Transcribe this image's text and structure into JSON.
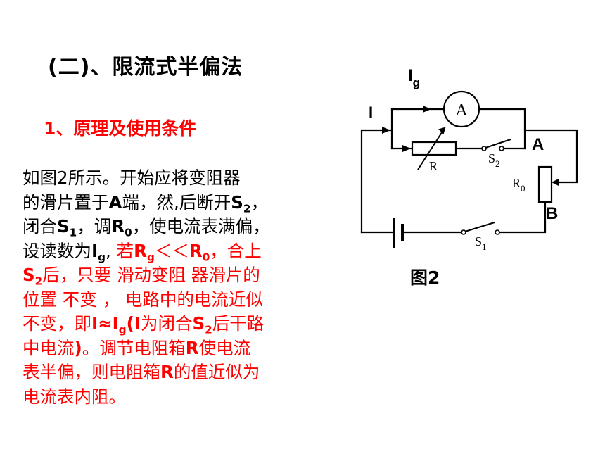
{
  "title": "(二)、限流式半偏法",
  "subtitle": "1、原理及使用条件",
  "paragraph": {
    "l1": "如图2所示。开始应将变阻器",
    "l2a": "的滑片置于",
    "l2b": "A",
    "l2c": "端，然,后断开",
    "l2d": "S",
    "l2e": "2",
    "l2f": "，",
    "l3a": "闭合",
    "l3b": "S",
    "l3c": "1",
    "l3d": "，调",
    "l3e": "R",
    "l3f": "0",
    "l3g": "，使电流表满偏，",
    "l4a": "设读数为",
    "l4b": "I",
    "l4c": "g",
    "l4d": ", ",
    "l4e": "若",
    "l4f": "R",
    "l4g": "g",
    "l4h": "＜＜",
    "l4i": "R",
    "l4j": "0",
    "l4k": "，合上",
    "l5a": "S",
    "l5b": "2",
    "l5c": "后，只要 滑动变阻 器滑片的",
    "l6": "位置 不变 ， 电路中的电流近似",
    "l7a": "不变，即",
    "l7b": "I≈I",
    "l7c": "g",
    "l7d": "(I",
    "l7e": "为闭合",
    "l7f": "S",
    "l7g": "2",
    "l7h": "后干路",
    "l8a": "中电流",
    "l8b": ")",
    "l8c": "。调节电阻箱",
    "l8d": "R",
    "l8e": "使电流",
    "l9a": "表半偏，则电阻箱",
    "l9b": "R",
    "l9c": "的值近似为",
    "l10": "电流表内阻。"
  },
  "figure": {
    "caption": "图2",
    "labels": {
      "Ig_main": "I",
      "Ig_sub": "g",
      "I": "I",
      "ammeter": "A",
      "R": "R",
      "S2_main": "S",
      "S2_sub": "2",
      "node_A": "A",
      "R0_main": "R",
      "R0_sub": "0",
      "node_B": "B",
      "S1_main": "S",
      "S1_sub": "1"
    }
  }
}
